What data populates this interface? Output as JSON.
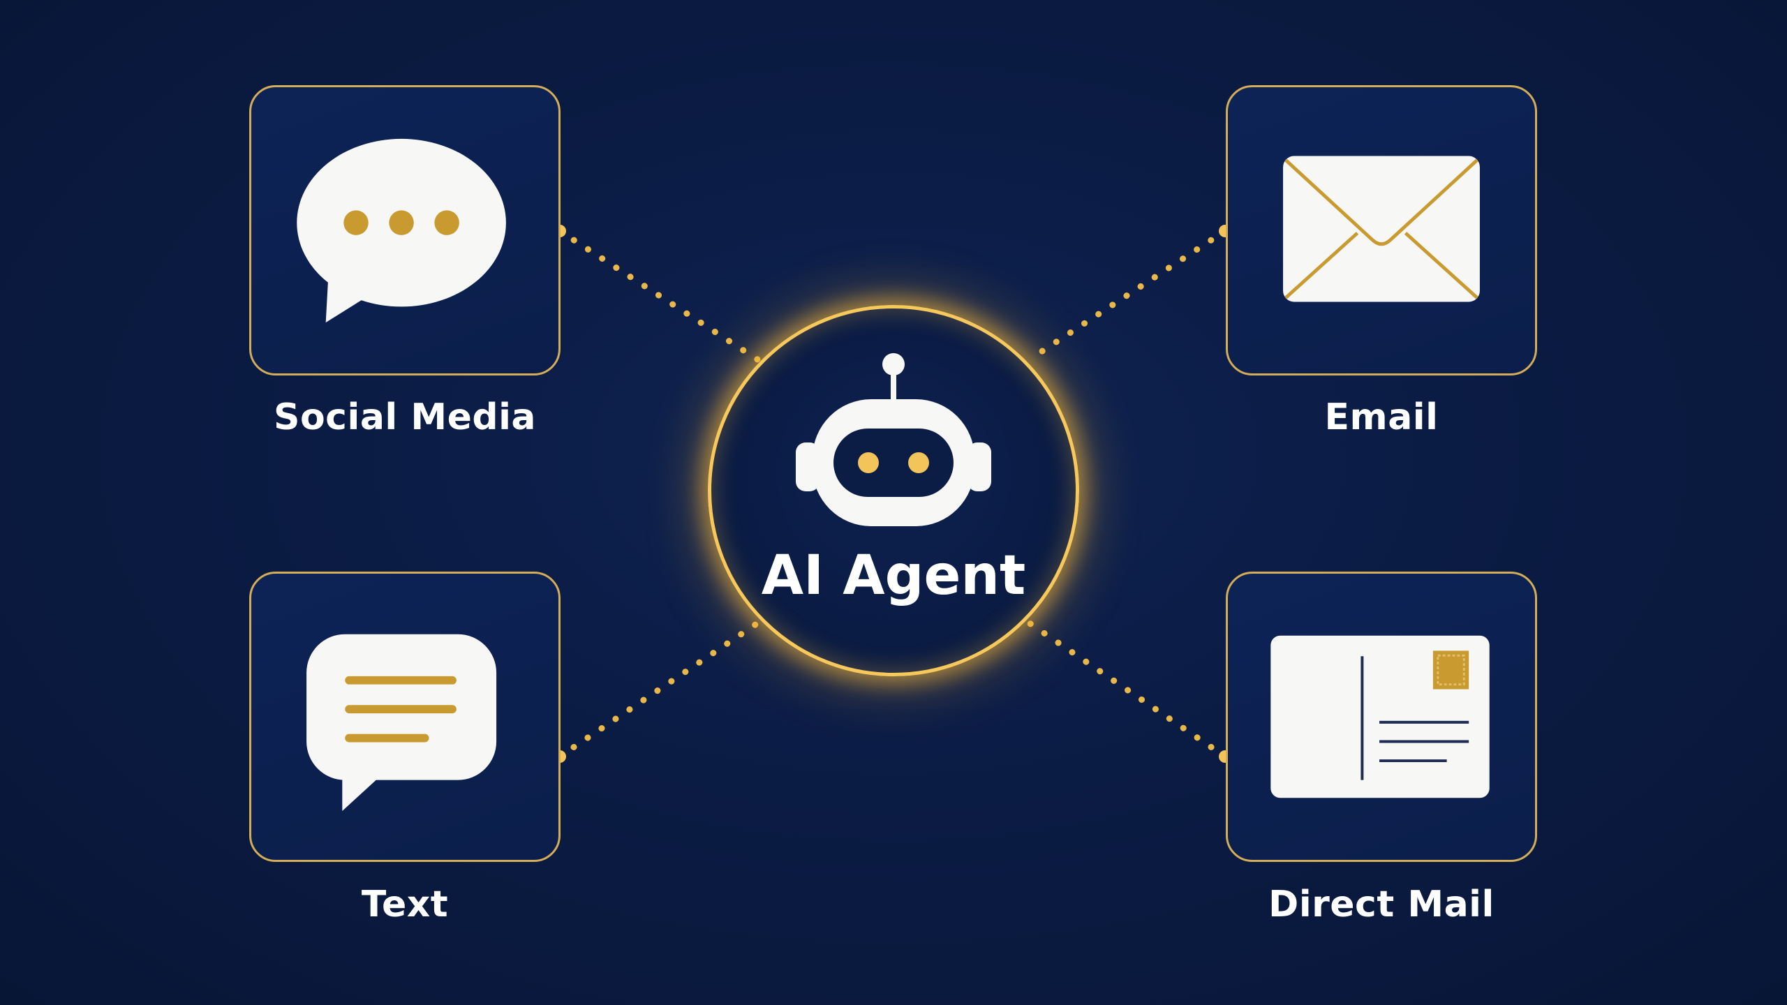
{
  "hub": {
    "label": "AI Agent",
    "icon": "robot-icon"
  },
  "channels": [
    {
      "label": "Social Media",
      "icon": "chat-bubble-icon"
    },
    {
      "label": "Email",
      "icon": "envelope-icon"
    },
    {
      "label": "Text",
      "icon": "text-message-icon"
    },
    {
      "label": "Direct Mail",
      "icon": "postcard-icon"
    }
  ],
  "colors": {
    "background": "#0b1c45",
    "accent_gold": "#d4ad58",
    "glow": "#f7c85c",
    "icon_fill": "#f7f7f5",
    "text": "#ffffff"
  }
}
